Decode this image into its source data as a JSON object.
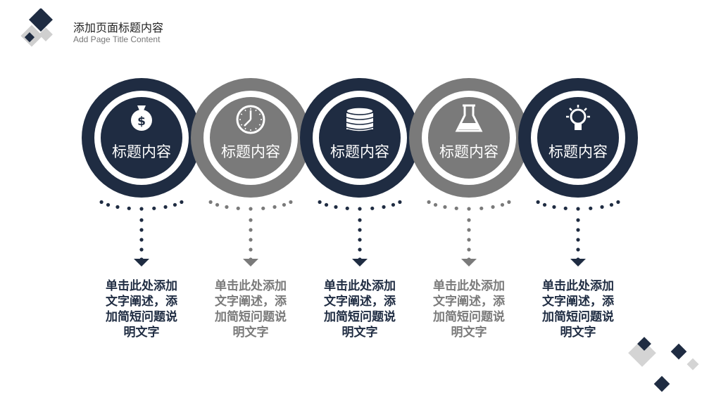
{
  "header": {
    "title": "添加页面标题内容",
    "subtitle": "Add Page Title Content"
  },
  "colors": {
    "dark": "#1f2c42",
    "gray": "#7a7a7a",
    "white": "#ffffff"
  },
  "items": [
    {
      "label": "标题内容",
      "icon": "money-bag-icon",
      "tone": "dark",
      "desc": [
        "单击此处添加",
        "文字阐述，添",
        "加简短问题说",
        "明文字"
      ]
    },
    {
      "label": "标题内容",
      "icon": "clock-icon",
      "tone": "gray",
      "desc": [
        "单击此处添加",
        "文字阐述，添",
        "加简短问题说",
        "明文字"
      ]
    },
    {
      "label": "标题内容",
      "icon": "database-icon",
      "tone": "dark",
      "desc": [
        "单击此处添加",
        "文字阐述，添",
        "加简短问题说",
        "明文字"
      ]
    },
    {
      "label": "标题内容",
      "icon": "flask-icon",
      "tone": "gray",
      "desc": [
        "单击此处添加",
        "文字阐述，添",
        "加简短问题说",
        "明文字"
      ]
    },
    {
      "label": "标题内容",
      "icon": "lightbulb-icon",
      "tone": "dark",
      "desc": [
        "单击此处添加",
        "文字阐述，添",
        "加简短问题说",
        "明文字"
      ]
    }
  ]
}
